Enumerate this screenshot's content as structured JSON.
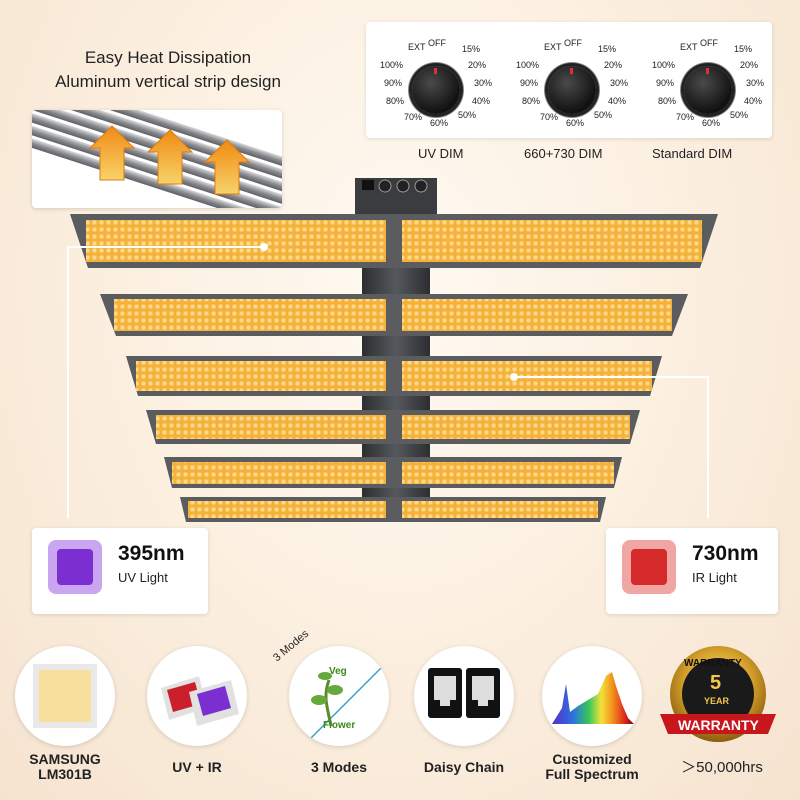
{
  "heat": {
    "line1": "Easy Heat Dissipation",
    "line2": "Aluminum vertical strip design"
  },
  "dimmers": [
    {
      "label": "UV DIM",
      "ticks": [
        "EXT",
        "OFF",
        "15%",
        "20%",
        "30%",
        "40%",
        "50%",
        "60%",
        "70%",
        "80%",
        "90%",
        "100%"
      ]
    },
    {
      "label": "660+730 DIM",
      "ticks": [
        "EXT",
        "OFF",
        "15%",
        "20%",
        "30%",
        "40%",
        "50%",
        "60%",
        "70%",
        "80%",
        "90%",
        "100%"
      ]
    },
    {
      "label": "Standard DIM",
      "ticks": [
        "EXT",
        "OFF",
        "15%",
        "20%",
        "30%",
        "40%",
        "50%",
        "60%",
        "70%",
        "80%",
        "90%",
        "100%"
      ]
    }
  ],
  "uv_card": {
    "nm": "395nm",
    "light": "UV  Light",
    "color": "#7b2fd0"
  },
  "ir_card": {
    "nm": "730nm",
    "light": "IR  Light",
    "color": "#d42a2a"
  },
  "features": [
    {
      "label": "SAMSUNG\nLM301B",
      "icon": "led-chip-icon"
    },
    {
      "label": "UV + IR",
      "icon": "uv-ir-chips-icon"
    },
    {
      "label": "3 Modes",
      "icon": "veg-flower-icon",
      "badge": "3 Modes",
      "veg": "Veg",
      "flower": "Flower"
    },
    {
      "label": "Daisy Chain",
      "icon": "rj-port-icon"
    },
    {
      "label": "Customized\nFull Spectrum",
      "icon": "spectrum-icon"
    },
    {
      "label": "＞50,000hrs",
      "icon": "warranty-badge-icon",
      "badge_top": "WARRANTY",
      "years": "5",
      "year_word": "YEAR",
      "ribbon": "WARRANTY"
    }
  ],
  "colors": {
    "led": "#f6b433",
    "bar": "#5a5c60",
    "accent": "#e9a02a"
  }
}
